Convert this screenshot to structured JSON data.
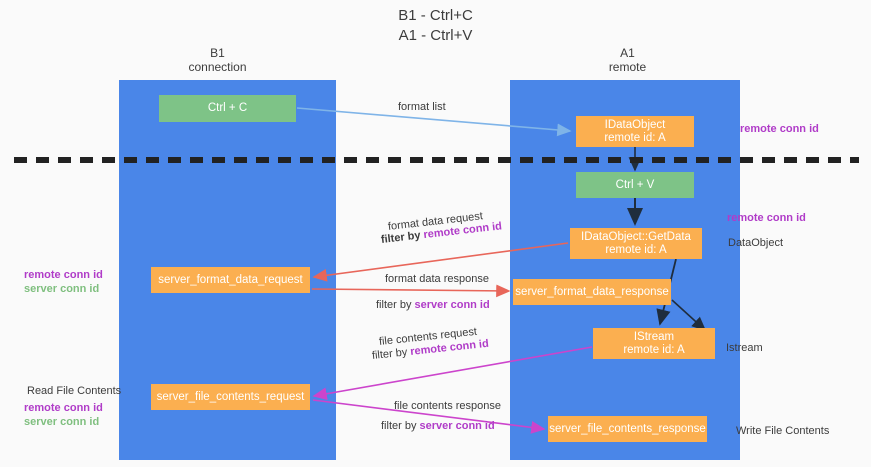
{
  "title": {
    "line1": "B1 - Ctrl+C",
    "line2": "A1 - Ctrl+V"
  },
  "columns": {
    "left": {
      "name": "B1",
      "role": "connection"
    },
    "right": {
      "name": "A1",
      "role": "remote"
    }
  },
  "boxes": {
    "ctrl_c": {
      "line1": "Ctrl + C"
    },
    "dataobject": {
      "line1": "IDataObject",
      "line2": "remote id: A"
    },
    "ctrl_v": {
      "line1": "Ctrl + V"
    },
    "getdata": {
      "line1": "IDataObject::GetData",
      "line2": "remote id: A"
    },
    "server_format_data_request": {
      "line1": "server_format_data_request"
    },
    "server_format_data_response": {
      "line1": "server_format_data_response"
    },
    "istream": {
      "line1": "IStream",
      "line2": "remote id: A"
    },
    "server_file_contents_request": {
      "line1": "server_file_contents_request"
    },
    "server_file_contents_response": {
      "line1": "server_file_contents_response"
    }
  },
  "edge_labels": {
    "format_list": "format list",
    "format_data_request": "format data request",
    "format_data_request_filter_prefix": "filter by ",
    "format_data_request_filter_key": "remote conn id",
    "format_data_response": "format data response",
    "format_data_response_filter_prefix": "filter by ",
    "format_data_response_filter_key": "server conn id",
    "file_contents_request": "file contents request",
    "file_contents_request_filter_prefix": "filter by ",
    "file_contents_request_filter_key": "remote conn id",
    "file_contents_response": "file contents response",
    "file_contents_response_filter_prefix": "filter by ",
    "file_contents_response_filter_key": "server conn id"
  },
  "annotations": {
    "remote_conn_id_top": "remote conn id",
    "remote_conn_id_mid": "remote conn id",
    "dataobject": "DataObject",
    "istream": "Istream",
    "write_file_contents": "Write File Contents",
    "read_file_contents": "Read File Contents",
    "remote_conn_id_left": "remote conn id",
    "server_conn_id_left": "server conn id",
    "remote_conn_id_left2": "remote conn id",
    "server_conn_id_left2": "server conn id"
  },
  "colors": {
    "lane": "#4a86e8",
    "green_box": "#7ec387",
    "orange_box": "#fbaf50",
    "remote_key": "#b03cc8",
    "server_key": "#7fbf7f",
    "arrow_format_list": "#7fb4e8",
    "arrow_format_data": "#e8665a",
    "arrow_file_contents": "#cc44cc",
    "arrow_dark": "#1f2d3d",
    "background": "#fafafa"
  }
}
